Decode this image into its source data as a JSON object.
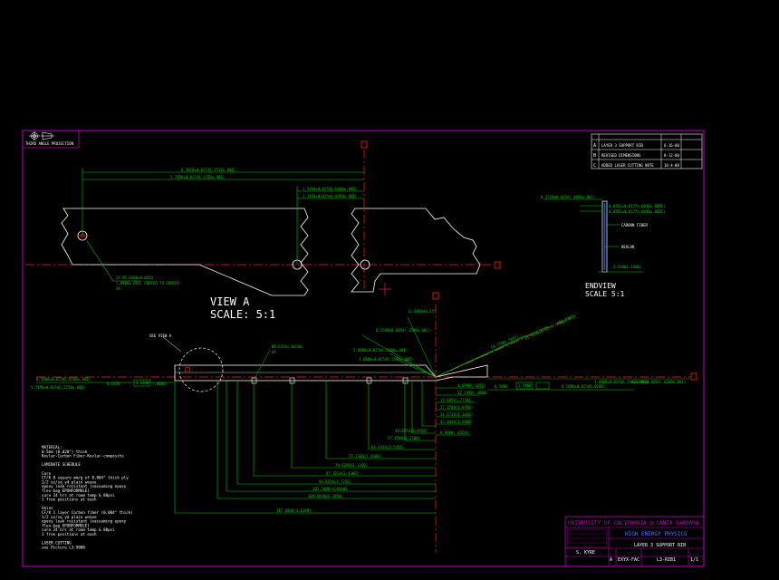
{
  "projection": {
    "label": "THIRD ANGLE PROJECTION",
    "icon": "third-angle-projection-icon"
  },
  "colors": {
    "background": "#000000",
    "border": "#c000c0",
    "dimension": "#00cc00",
    "geometry": "#ffffff",
    "centerline": "#ff2020",
    "title_text": "#c000c0",
    "title_alt": "#4a7cff",
    "carbon": "#2a4cff"
  },
  "revision_table": {
    "rows": [
      {
        "zone": "A",
        "desc": "LAYER 3 SUPPORT RIB",
        "date": "6-16-00"
      },
      {
        "zone": "B",
        "desc": "REVISED DIMENSIONS",
        "date": "8-12-00"
      },
      {
        "zone": "C",
        "desc": "ADDED LASER CUTTING NOTE",
        "date": "10-4-00"
      }
    ]
  },
  "view_a": {
    "title": "VIEW A",
    "scale": "SCALE: 5:1"
  },
  "view_a_dims": {
    "d1": "6.3920±0.0254(.2517±.001)",
    "d2": "5.7150±0.0254(.2250±.001)",
    "d3": "1.5240±0.0254(.0600±.001)",
    "d4": "1.1430±0.0254(.0450±.001)",
    "hole_note": "2X Ø1.0160±0.0254",
    "hole_note2": "(.0400±.001) CENTER TO CENTER",
    "hole_note3": "XX"
  },
  "endview": {
    "title": "ENDVIEW",
    "scale": "SCALE 5:1",
    "dim_top": "0.1524±0.0254(.0060±.001)",
    "dim_2": "0.0762±0.0127(.0030±.0005)",
    "dim_3": "0.0762±0.0127(.0030±.0005)",
    "carbon": "CARBON FIBER",
    "kevlar": "KEVLAR",
    "dim_bottom": "2.5400(.1000)"
  },
  "side_view": {
    "see_view": "SEE VIEW A",
    "left_dim1": "0.5080±0.0254(.0200±.001)",
    "left_dim2": "5.7150±0.0254(.2250±.001)",
    "dim_short": "0.6350",
    "box1": "1.5240",
    "box2": "(.0600)",
    "hole_dim": "Ø0.6350(.0250)",
    "hole_x": "8X",
    "angle1": "12.0000±0.25°",
    "angle2": "(15.000°)",
    "top_a": "6.3500±0.0254(.2500±.001)",
    "top_b": "5.0800±0.0254(.2000±.001)",
    "top_c": "3.8100±0.0254(.1500±.001)",
    "right_dim1": "3.8100±0.0254(.1500±.001)",
    "right_dim2": "0.5080±0.0254(.0200±.001)",
    "diag_dim1": "14.3700(.5657)",
    "diag_dim2": "11.4300±0.0254(.4500±.001)",
    "mid_left": "0.5080",
    "mid_box": "2.5400",
    "mid_right": "0.5080±0.0254(.0200)"
  },
  "vertical_dims": [
    "0.8890(.0350)",
    "4.6990(.1850)",
    "12.1920(.4800)",
    "19.6850(.7750)",
    "27.1780(1.0700)",
    "34.6710(1.3650)",
    "42.1640(1.6600)",
    "49.6570(1.9550)",
    "57.1500(2.2500)",
    "64.6430(2.5450)",
    "72.1360(2.8400)",
    "79.6290(3.1350)",
    "87.1220(3.4300)",
    "94.6150(3.7250)",
    "102.1080(4.0200)",
    "109.6010(4.3150)",
    "117.0940(4.6100)"
  ],
  "notes": {
    "lines": [
      "MATERIAL:",
      "0.5mm (0.020\") thick",
      "Kevlar-Carbon Fiber-Kevlar-composite",
      "",
      "LAMINATE SCHEDULE",
      "",
      "Core",
      "CF/K 0 square mm/g of 0.004\" thick ply",
      "1/2 oz/sq yd plain weave",
      "epoxy leak resistant (vacuuming epoxy",
      "flex-bag EPONFORMULE)",
      "cure 24 hrs at room temp & 80psi",
      "1 free positions at each",
      "",
      "Skins",
      "CF/K 1 layer Carbon fiber (0.004\" thick)",
      "1/2 oz/sq yd plain weave",
      "epoxy leak resistant (vacuuming epoxy",
      "flex-bag EPONFORMULE)",
      "cure 24 hrs at room temp & 80psi",
      "1 free positions at each",
      "",
      "LASER CUTTING",
      "see Picture L3-9000"
    ]
  },
  "title_block": {
    "org": "UNIVERSITY OF CALIFORNIA @ SANTA BARBARA",
    "dept": "HIGH ENERGY PHYSICS",
    "title": "LAYER 3 SUPPORT RIB",
    "drawn_by": "S. KYRE",
    "dwg_no": "L3-RIB1",
    "size": "A",
    "file": "EXYX-FAC",
    "sheet": "1/1"
  }
}
